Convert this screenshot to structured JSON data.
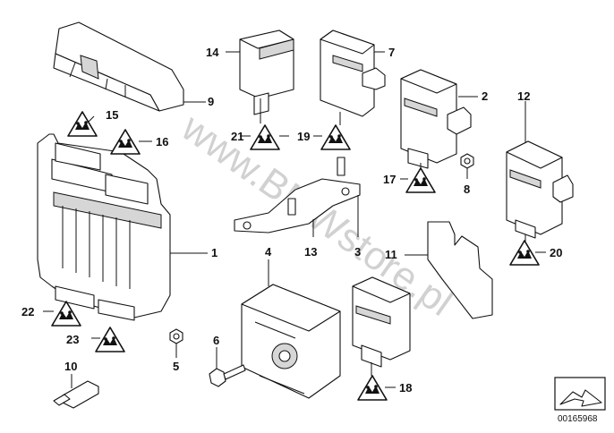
{
  "watermark": "www.BMWstore.pl",
  "image_id": "00165968",
  "callouts": {
    "c1": "1",
    "c2": "2",
    "c3": "3",
    "c4": "4",
    "c5": "5",
    "c6": "6",
    "c7": "7",
    "c8": "8",
    "c9": "9",
    "c10": "10",
    "c11": "11",
    "c12": "12",
    "c13": "13",
    "c14": "14",
    "c15": "15",
    "c16": "16",
    "c17": "17",
    "c18": "18",
    "c19": "19",
    "c20": "20",
    "c21": "21",
    "c22": "22",
    "c23": "23"
  },
  "icons": {
    "warning": "warning-triangle-icon",
    "nav": "navigation-arrow-icon"
  }
}
